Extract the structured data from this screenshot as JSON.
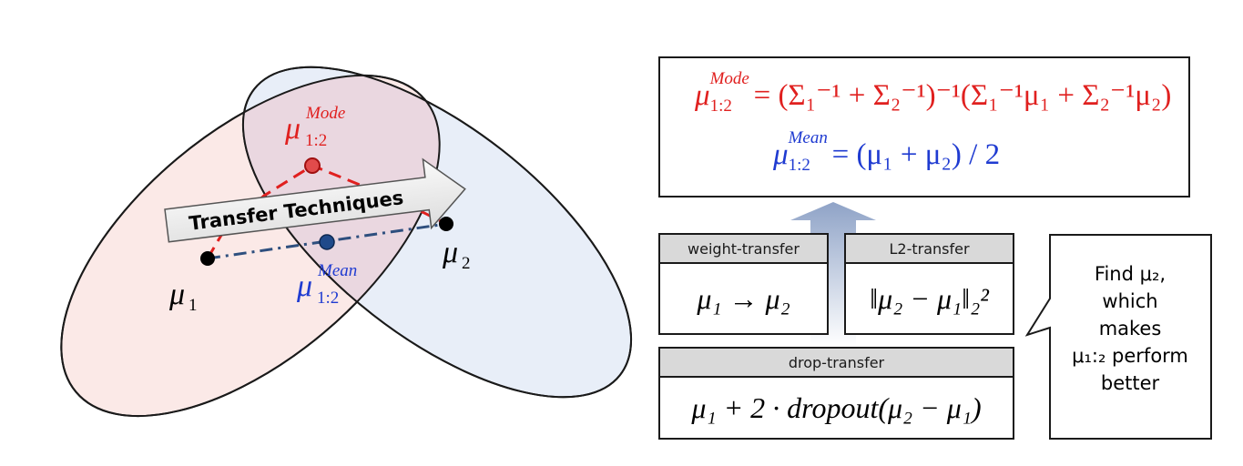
{
  "colors": {
    "mode": "#e0201f",
    "mean": "#1f3bd1",
    "mean_dot": "#1f4a8a",
    "left_ellipse_fill": "#fbe9e7",
    "right_ellipse_fill": "#e8eef8",
    "overlap_fill": "#ead7e0",
    "header_gray": "#d9d9d9",
    "arrow_gray": "#8fa3c7"
  },
  "diagram": {
    "arrow_label": "Transfer Techniques",
    "mu1_label": "μ",
    "mu1_sub": "1",
    "mu2_label": "μ",
    "mu2_sub": "2",
    "mode_label": "μ",
    "mode_sub": "1:2",
    "mode_sup": "Mode",
    "mean_label": "μ",
    "mean_sub": "1:2",
    "mean_sup": "Mean"
  },
  "formula_box": {
    "mode_lhs_sym": "μ",
    "mode_lhs_sub": "1:2",
    "mode_lhs_sup": "Mode",
    "mode_rhs": "= (Σ₁⁻¹ + Σ₂⁻¹)⁻¹(Σ₁⁻¹μ₁ + Σ₂⁻¹μ₂)",
    "mean_lhs_sym": "μ",
    "mean_lhs_sub": "1:2",
    "mean_lhs_sup": "Mean",
    "mean_rhs": "= (μ₁ + μ₂) / 2"
  },
  "boxes": {
    "weight_transfer": {
      "header": "weight-transfer",
      "formula": "μ₁ → μ₂"
    },
    "l2_transfer": {
      "header": "L2-transfer",
      "formula": "‖μ₂ − μ₁‖₂²"
    },
    "drop_transfer": {
      "header": "drop-transfer",
      "formula": "μ₁ + 2 · dropout(μ₂ − μ₁)"
    }
  },
  "callout": {
    "line1": "Find μ₂,",
    "line2": "which",
    "line3": "makes",
    "line4": "μ₁:₂ perform",
    "line5": "better"
  }
}
